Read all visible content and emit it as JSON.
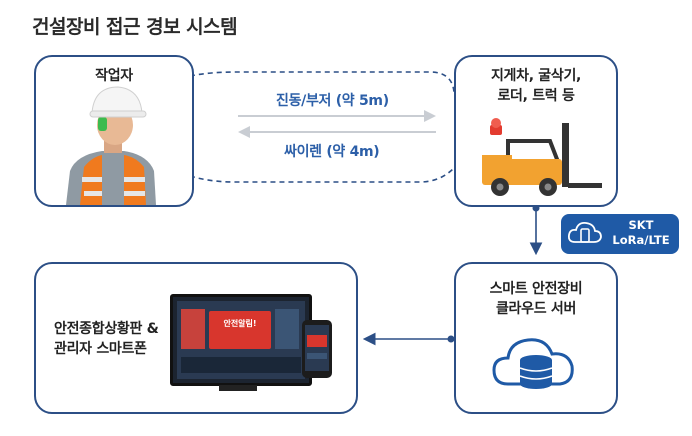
{
  "title": "건설장비 접근 경보 시스템",
  "worker": {
    "label": "작업자"
  },
  "equipment": {
    "label_line1": "지게차, 굴삭기,",
    "label_line2": "로더, 트럭 등"
  },
  "arrows": {
    "top_label": "진동/부저 (약 5m)",
    "bottom_label": "싸이렌 (약 4m)"
  },
  "network_badge": {
    "line1": "SKT",
    "line2": "LoRa/LTE",
    "icon": "cloud-phone-icon"
  },
  "server": {
    "label_line1": "스마트 안전장비",
    "label_line2": "클라우드 서버",
    "icon": "cloud-database-icon"
  },
  "dashboard": {
    "label_line1": "안전종합상황판 &",
    "label_line2": "관리자 스마트폰",
    "screen_alert": "안전알림!"
  },
  "colors": {
    "border": "#2c4f86",
    "accent": "#1f5aa6",
    "arrow": "#c8ccd2",
    "forklift": "#f2a230"
  }
}
